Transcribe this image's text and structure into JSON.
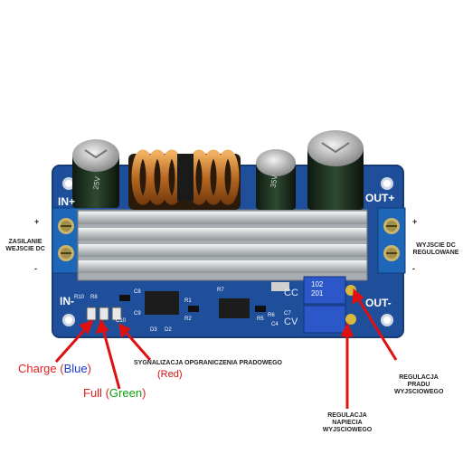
{
  "board": {
    "silkscreen": {
      "in_plus": "IN+",
      "in_minus": "IN-",
      "out_plus": "OUT+",
      "out_minus": "OUT-",
      "cc": "CC",
      "cv": "CV",
      "r10": "R10",
      "r8": "R8",
      "r7": "R7",
      "r5": "R5",
      "r6": "R6",
      "r2": "R2",
      "r1": "R1",
      "d3": "D3",
      "d2": "D2",
      "c8": "C8",
      "c9": "C9",
      "c7": "C7",
      "c4": "C4",
      "c10": "C10",
      "pot_a": "102",
      "pot_b": "201",
      "cap_a": "25V",
      "cap_b": "35V"
    }
  },
  "labels": {
    "input": "ZASILANIE WEJSCIE DC",
    "input_plus": "+",
    "input_minus": "-",
    "output": "WYJSCIE DC REGULOWANE",
    "output_plus": "+",
    "output_minus": "-",
    "current_limit": "SYGNALIZACJA OPGRANICZENIA PRADOWEGO",
    "current_limit_color_open": "(",
    "current_limit_color": "Red",
    "current_limit_color_close": ")",
    "charge": "Charge",
    "charge_open": "(",
    "charge_color": "Blue",
    "charge_close": ")",
    "full": "Full",
    "full_open": "(",
    "full_color": "Green",
    "full_close": ")",
    "current_reg": "REGULACJA PRADU WYJSCIOWEGO",
    "voltage_reg": "REGULACJA NAPIECIA WYJSCIOWEGO"
  },
  "colors": {
    "pcb": "#1f4f9a",
    "arrow": "#e01010",
    "charge": "#e02020",
    "blue": "#1a3ad0",
    "green": "#12a012",
    "red_text": "#d01010"
  }
}
